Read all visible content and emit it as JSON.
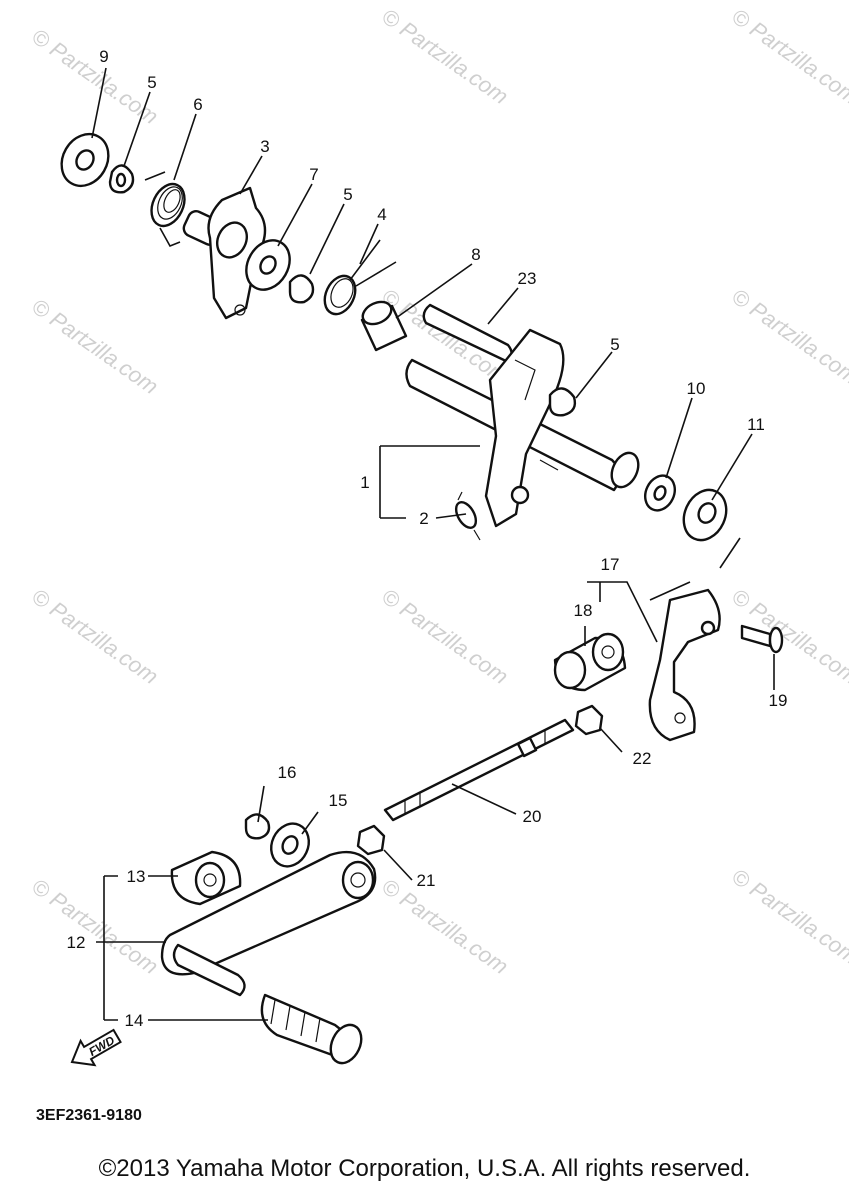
{
  "watermark": "© Partzilla.com",
  "diagram_code": "3EF2361-9180",
  "fwd_label": "FWD",
  "copyright": "©2013 Yamaha Motor Corporation, U.S.A. All rights reserved.",
  "callouts": {
    "c9": "9",
    "c5a": "5",
    "c6": "6",
    "c3": "3",
    "c7": "7",
    "c5b": "5",
    "c4": "4",
    "c8": "8",
    "c23": "23",
    "c5c": "5",
    "c10": "10",
    "c11": "11",
    "c1": "1",
    "c2": "2",
    "c17": "17",
    "c18": "18",
    "c19": "19",
    "c22": "22",
    "c16": "16",
    "c15": "15",
    "c20": "20",
    "c21": "21",
    "c13": "13",
    "c12": "12",
    "c14": "14"
  }
}
